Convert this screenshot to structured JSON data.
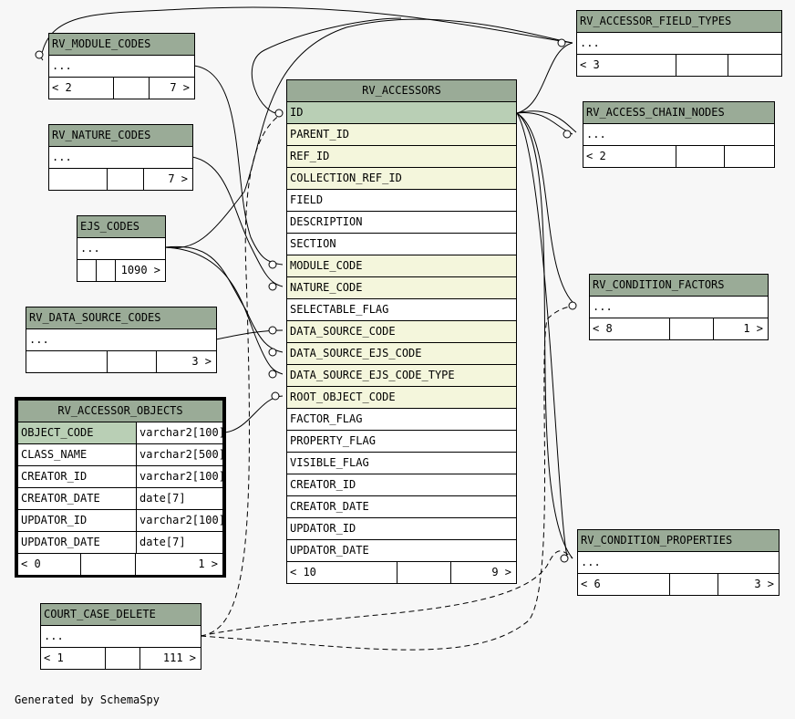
{
  "credit": "Generated by SchemaSpy",
  "tables": {
    "rv_module_codes": {
      "name": "RV_MODULE_CODES",
      "row": "...",
      "foot": [
        "< 2",
        "",
        "7 >"
      ]
    },
    "rv_nature_codes": {
      "name": "RV_NATURE_CODES",
      "row": "...",
      "foot": [
        "",
        "",
        "7 >"
      ]
    },
    "ejs_codes": {
      "name": "EJS_CODES",
      "row": "...",
      "foot": [
        "",
        "",
        "1090 >"
      ]
    },
    "rv_data_source_codes": {
      "name": "RV_DATA_SOURCE_CODES",
      "row": "...",
      "foot": [
        "",
        "",
        "3 >"
      ]
    },
    "rv_accessor_objects": {
      "name": "RV_ACCESSOR_OBJECTS",
      "columns": [
        {
          "name": "OBJECT_CODE",
          "type": "varchar2[100]"
        },
        {
          "name": "CLASS_NAME",
          "type": "varchar2[500]"
        },
        {
          "name": "CREATOR_ID",
          "type": "varchar2[100]"
        },
        {
          "name": "CREATOR_DATE",
          "type": "date[7]"
        },
        {
          "name": "UPDATOR_ID",
          "type": "varchar2[100]"
        },
        {
          "name": "UPDATOR_DATE",
          "type": "date[7]"
        }
      ],
      "foot": [
        "< 0",
        "",
        "1 >"
      ]
    },
    "court_case_delete": {
      "name": "COURT_CASE_DELETE",
      "row": "...",
      "foot": [
        "< 1",
        "",
        "111 >"
      ]
    },
    "rv_accessors": {
      "name": "RV_ACCESSORS",
      "columns": [
        "ID",
        "PARENT_ID",
        "REF_ID",
        "COLLECTION_REF_ID",
        "FIELD",
        "DESCRIPTION",
        "SECTION",
        "MODULE_CODE",
        "NATURE_CODE",
        "SELECTABLE_FLAG",
        "DATA_SOURCE_CODE",
        "DATA_SOURCE_EJS_CODE",
        "DATA_SOURCE_EJS_CODE_TYPE",
        "ROOT_OBJECT_CODE",
        "FACTOR_FLAG",
        "PROPERTY_FLAG",
        "VISIBLE_FLAG",
        "CREATOR_ID",
        "CREATOR_DATE",
        "UPDATOR_ID",
        "UPDATOR_DATE"
      ],
      "foot": [
        "< 10",
        "",
        "9 >"
      ]
    },
    "rv_accessor_field_types": {
      "name": "RV_ACCESSOR_FIELD_TYPES",
      "row": "...",
      "foot": [
        "< 3",
        "",
        ""
      ]
    },
    "rv_access_chain_nodes": {
      "name": "RV_ACCESS_CHAIN_NODES",
      "row": "...",
      "foot": [
        "< 2",
        "",
        ""
      ]
    },
    "rv_condition_factors": {
      "name": "RV_CONDITION_FACTORS",
      "row": "...",
      "foot": [
        "< 8",
        "",
        "1 >"
      ]
    },
    "rv_condition_properties": {
      "name": "RV_CONDITION_PROPERTIES",
      "row": "...",
      "foot": [
        "< 6",
        "",
        "3 >"
      ]
    }
  }
}
